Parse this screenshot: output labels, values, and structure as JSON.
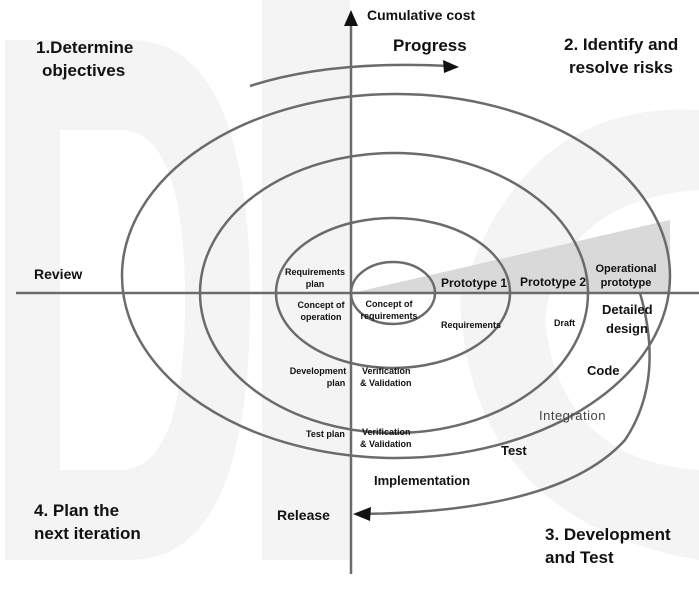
{
  "axes": {
    "y_label": "Cumulative cost"
  },
  "quadrants": {
    "q1_line1": "1.Determine",
    "q1_line2": "objectives",
    "q2_line1": "2. Identify and",
    "q2_line2": "resolve risks",
    "q3_line1": "3. Development",
    "q3_line2": "and Test",
    "q4_line1": "4. Plan the",
    "q4_line2": "next iteration"
  },
  "labels": {
    "progress": "Progress",
    "review": "Review",
    "release": "Release",
    "prototype1": "Prototype 1",
    "prototype2": "Prototype 2",
    "operational_line1": "Operational",
    "operational_line2": "prototype",
    "requirements_plan_line1": "Requirements",
    "requirements_plan_line2": "plan",
    "concept_operation_line1": "Concept of",
    "concept_operation_line2": "operation",
    "concept_requirements_line1": "Concept of",
    "concept_requirements_line2": "requirements",
    "requirements": "Requirements",
    "draft": "Draft",
    "detailed_design_line1": "Detailed",
    "detailed_design_line2": "design",
    "code": "Code",
    "integration": "Integration",
    "development_plan_line1": "Development",
    "development_plan_line2": "plan",
    "verification1_line1": "Verification",
    "verification1_line2": "& Validation",
    "test_plan": "Test plan",
    "verification2_line1": "Verification",
    "verification2_line2": "& Validation",
    "test": "Test",
    "implementation": "Implementation"
  },
  "colors": {
    "line": "#6b6b6b",
    "axis": "#6b6b6b",
    "shade": "#d9d9d9",
    "watermark": "#f4f4f4"
  }
}
